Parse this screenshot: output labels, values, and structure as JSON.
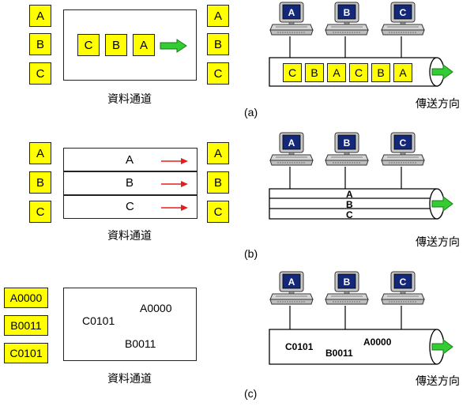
{
  "panel_a": {
    "left_boxes": [
      "A",
      "B",
      "C"
    ],
    "channel_boxes": [
      "C",
      "B",
      "A"
    ],
    "right_boxes": [
      "A",
      "B",
      "C"
    ],
    "channel_label": "資料通道",
    "pcs": [
      "A",
      "B",
      "C"
    ],
    "tube_boxes": [
      "C",
      "B",
      "A",
      "C",
      "B",
      "A"
    ],
    "direction_label": "傳送方向",
    "caption": "(a)"
  },
  "panel_b": {
    "left_boxes": [
      "A",
      "B",
      "C"
    ],
    "lanes": [
      "A",
      "B",
      "C"
    ],
    "right_boxes": [
      "A",
      "B",
      "C"
    ],
    "channel_label": "資料通道",
    "pcs": [
      "A",
      "B",
      "C"
    ],
    "tube_lanes": [
      "A",
      "B",
      "C"
    ],
    "direction_label": "傳送方向",
    "caption": "(b)"
  },
  "panel_c": {
    "left_boxes": [
      "A0000",
      "B0011",
      "C0101"
    ],
    "channel_items": [
      "A0000",
      "C0101",
      "B0011"
    ],
    "channel_label": "資料通道",
    "pcs": [
      "A",
      "B",
      "C"
    ],
    "tube_items": [
      "C0101",
      "B0011",
      "A0000"
    ],
    "direction_label": "傳送方向",
    "caption": "(c)"
  }
}
